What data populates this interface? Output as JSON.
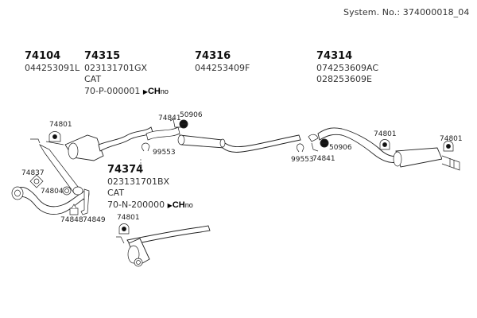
{
  "header": {
    "system_number": "System. No.: 374000018_04"
  },
  "part_groups": [
    {
      "id": "74104",
      "lines": [
        "044253091L"
      ]
    },
    {
      "id": "74315",
      "lines": [
        "023131701GX",
        "CAT",
        "70-P-000001"
      ],
      "chassis_marker": {
        "icon": "play-triangle-icon",
        "bold": "CH",
        "suffix": "no"
      }
    },
    {
      "id": "74316",
      "lines": [
        "044253409F"
      ]
    },
    {
      "id": "74314",
      "lines": [
        "074253609AC",
        "028253609E"
      ]
    },
    {
      "id": "74374",
      "lines": [
        "023131701BX",
        "CAT",
        "70-N-200000"
      ],
      "chassis_marker": {
        "icon": "play-triangle-icon",
        "bold": "CH",
        "suffix": "no"
      }
    }
  ],
  "part_labels": {
    "hanger_front": "74801",
    "gasket_manifold": "74837",
    "gasket_flange": "74804",
    "mount_rubber": "74848",
    "bracket": "74849",
    "clamp_left": "99553",
    "bracket_mid_left": "74841",
    "ring_mid_left": "50906",
    "clamp_right": "99553",
    "bracket_mid_right": "74841",
    "ring_mid_right": "50906",
    "hanger_rear_1": "74801",
    "hanger_rear_2": "74801",
    "hanger_alt_cat": "74801"
  }
}
